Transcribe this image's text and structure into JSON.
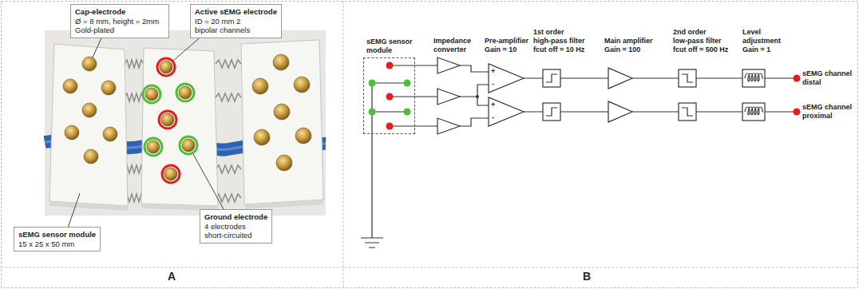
{
  "diagram": {
    "nodes": [
      {
        "text": [
          "Cap-electrode",
          "Ø = 8 mm, height = 2mm Gold-plated"
        ]
      },
      {
        "text": [
          "Active sEMG electrode",
          "ID = 20 mm 2 bipolar channels"
        ]
      },
      {
        "text": [
          "sEMG sensor module",
          "15 x 25 x 50 mm"
        ]
      },
      {
        "text": [
          "Ground electrode",
          "4 electrodes short-circuited"
        ]
      },
      {
        "text": [
          "sEMG sensor module"
        ]
      }
    ],
    "labels": [
      "Impedance converter",
      "Pre-amplifier",
      "Gain = 10",
      "+",
      "-",
      "+",
      "-",
      "1st order",
      "high-pass filter",
      "fcut off = 10 Hz",
      "Main amplifier",
      "Gain = 100",
      "2nd order",
      "low-pass filter",
      "fcut off = 500 Hz",
      "Level adjustment",
      "Gain = 1",
      "sEMG channel distal",
      "sEMG channel proximal",
      "A",
      "B"
    ]
  }
}
